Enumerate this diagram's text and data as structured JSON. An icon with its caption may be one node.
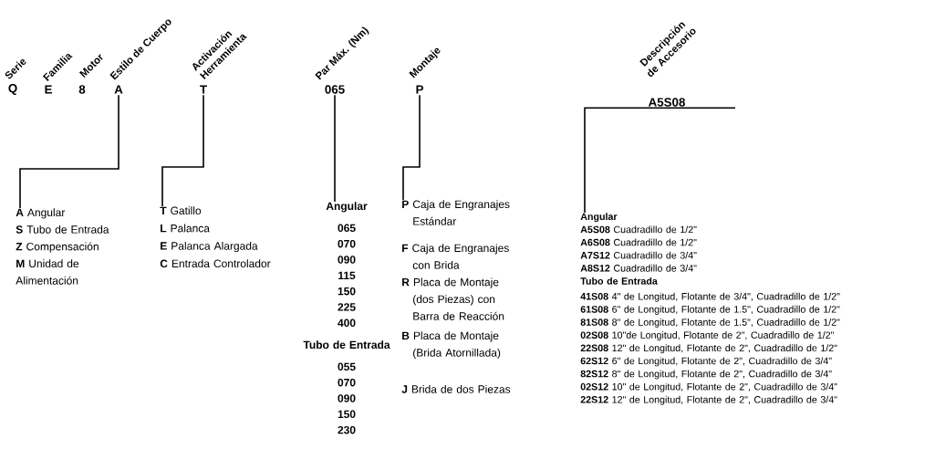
{
  "diagram": {
    "nodes": [
      {
        "text": [
          "Q"
        ],
        "beside": [
          "Serie"
        ]
      },
      {
        "text": [
          "E"
        ],
        "beside": [
          "Familia"
        ]
      },
      {
        "text": [
          "8"
        ],
        "beside": [
          "Motor"
        ]
      },
      {
        "text": [
          "A"
        ],
        "beside": [
          "Estilo de Cuerpo"
        ]
      },
      {
        "text": [
          "T"
        ],
        "beside": [
          "Activación Herramienta"
        ]
      },
      {
        "text": [
          "065"
        ],
        "beside": [
          "Par Máx. (Nm)"
        ]
      },
      {
        "text": [
          "P"
        ],
        "beside": [
          "Montaje"
        ]
      },
      {
        "text": [
          "A5S08"
        ],
        "beside": [
          "Descripción de Accesorio"
        ]
      },
      {
        "text": [
          "**A** Angular",
          "**S** Tubo de Entrada",
          "**Z** Compensación",
          "**M** Unidad de Alimentación"
        ]
      },
      {
        "text": [
          "**T** Gatillo",
          "**L**  Palanca",
          "**E** Palanca Alargada",
          "**C** Entrada Controlador"
        ]
      },
      {
        "text": [
          "Angular",
          "065",
          "070",
          "090",
          "115",
          "150",
          "225",
          "400",
          "Tubo de Entrada",
          "055",
          "070",
          "090",
          "150",
          "230"
        ]
      },
      {
        "text": [
          "**P** Caja de Engranajes Estándar",
          "**F** Caja de Engranajes con Brida",
          "**R** Placa de Montaje (dos Piezas) con Barra de Reacción",
          "**B** Placa de Montaje (Brida Atornillada)",
          "**J** Brida de dos Piezas"
        ]
      },
      {
        "text": [
          "Angular",
          "**A5S08** Cuadradillo de 1/2\"",
          "**A6S08** Cuadradillo de 1/2\"",
          "**A7S12** Cuadradillo de 3/4\"",
          "**A8S12** Cuadradillo de 3/4\"",
          "Tubo de Entrada",
          "**41S08**  4\" de Longitud, Flotante de 3/4\", Cuadradillo de 1/2\"",
          "**61S08**  6\" de Longitud, Flotante de 1.5\", Cuadradillo de 1/2\"",
          "**81S08**  8\" de Longitud, Flotante de 1.5\", Cuadradillo de 1/2\"",
          "**02S08**  10\"de Longitud, Flotante de 2\", Cuadradillo de 1/2\"",
          "**22S08**  12\" de Longitud, Flotante de 2\", Cuadradillo de 1/2\"",
          "**62S12**  6\" de Longitud, Flotante de 2\", Cuadradillo de 3/4\"",
          "**82S12**  8\" de Longitud, Flotante de 2\", Cuadradillo de 3/4\"",
          "**02S12**  10\" de Longitud, Flotante de 2\", Cuadradillo de 3/4\"",
          "**22S12**  12\" de Longitud, Flotante de 2\", Cuadradillo de 3/4\""
        ]
      }
    ],
    "edges": [
      {
        "from": 3,
        "to": 8,
        "arrow": "none"
      },
      {
        "from": 4,
        "to": 9,
        "arrow": "none"
      },
      {
        "from": 5,
        "to": 10,
        "arrow": "none"
      },
      {
        "from": 6,
        "to": 11,
        "arrow": "none"
      },
      {
        "from": 7,
        "to": 12,
        "arrow": "none"
      }
    ]
  }
}
